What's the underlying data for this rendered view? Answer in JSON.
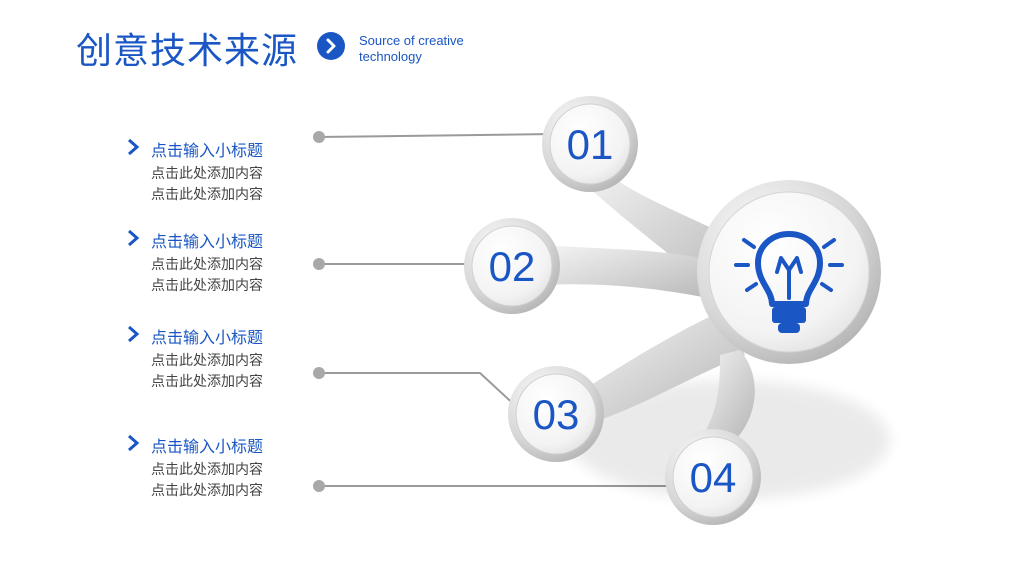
{
  "title": "创意技术来源",
  "subtitle": {
    "line1": "Source of creative",
    "line2": "technology"
  },
  "items": [
    {
      "heading": "点击输入小标题",
      "line1": "点击此处添加内容",
      "line2": "点击此处添加内容",
      "number": "01"
    },
    {
      "heading": "点击输入小标题",
      "line1": "点击此处添加内容",
      "line2": "点击此处添加内容",
      "number": "02"
    },
    {
      "heading": "点击输入小标题",
      "line1": "点击此处添加内容",
      "line2": "点击此处添加内容",
      "number": "03"
    },
    {
      "heading": "点击输入小标题",
      "line1": "点击此处添加内容",
      "line2": "点击此处添加内容",
      "number": "04"
    }
  ],
  "icons": {
    "title": "chevron-right-circle-icon",
    "bullet": "chevron-right-icon",
    "center": "lightbulb-icon"
  },
  "colors": {
    "accent": "#1a56c4",
    "text": "#444444",
    "connector": "#9a9a9a"
  }
}
